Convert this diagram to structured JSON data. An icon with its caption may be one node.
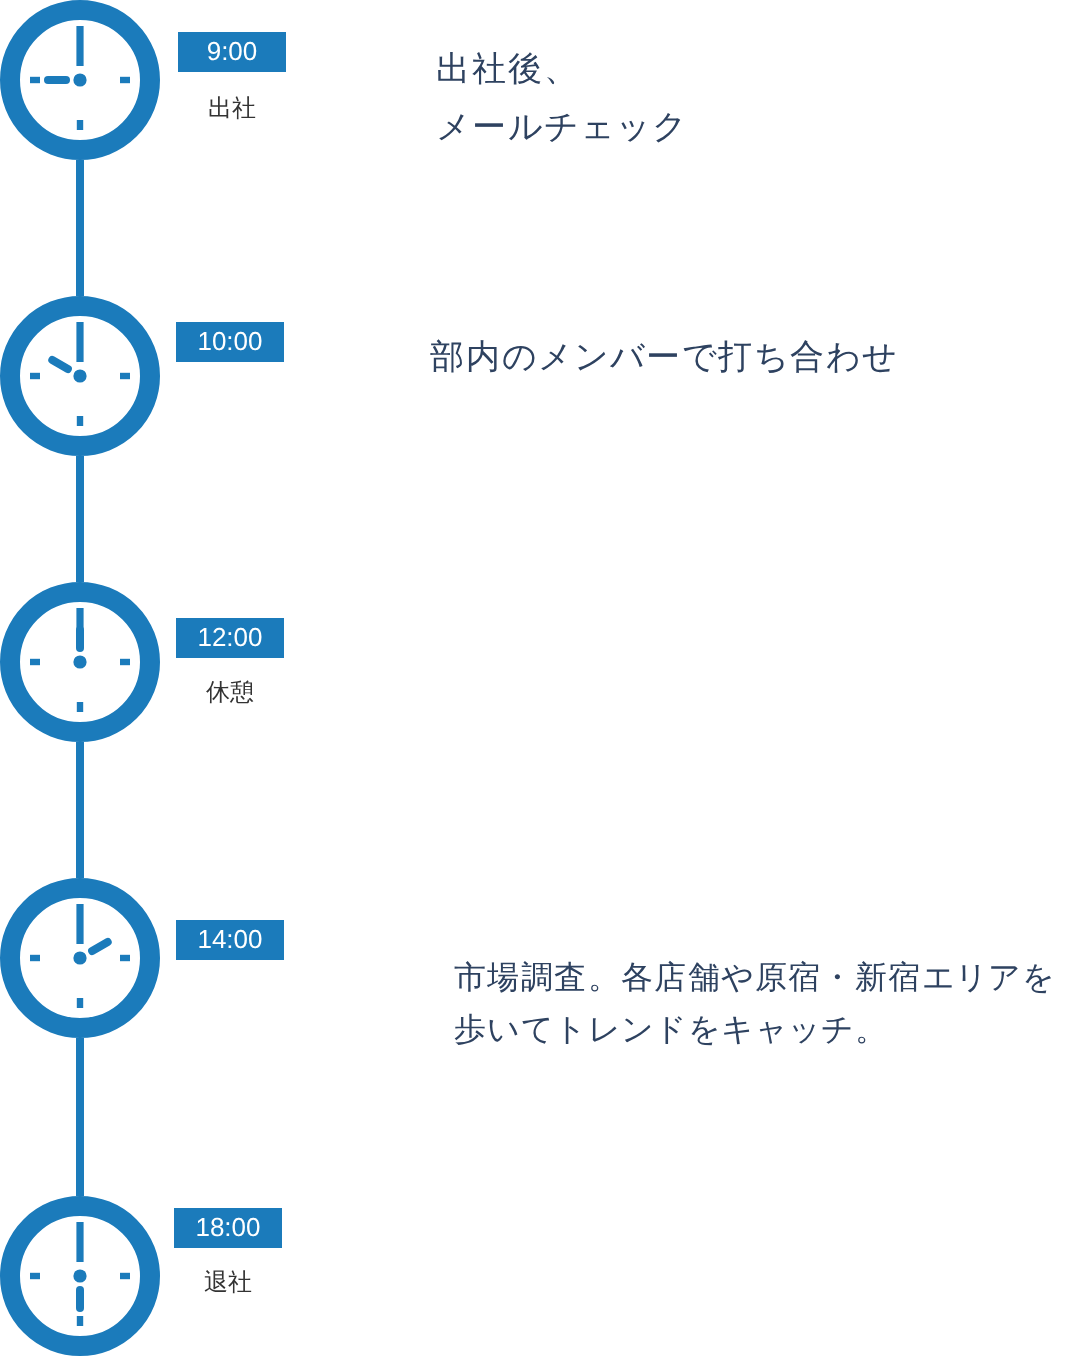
{
  "diagram": {
    "nodes": [
      {
        "text": [],
        "shape": "picture"
      },
      {
        "text": [
          "9:00"
        ],
        "beside": [
          "出社"
        ]
      },
      {
        "text": [],
        "shape": "picture"
      },
      {
        "text": [
          "10:00"
        ]
      },
      {
        "text": [],
        "shape": "picture"
      },
      {
        "text": [
          "12:00"
        ],
        "beside": [
          "休憩"
        ]
      },
      {
        "text": [],
        "shape": "picture"
      },
      {
        "text": [
          "14:00"
        ]
      },
      {
        "text": [],
        "shape": "picture"
      },
      {
        "text": [
          "18:00"
        ],
        "beside": [
          "退社"
        ]
      }
    ],
    "edges": [
      {
        "from": 0,
        "to": 2,
        "arrow": "none"
      },
      {
        "from": 2,
        "to": 4,
        "arrow": "none"
      },
      {
        "from": 4,
        "to": 6,
        "arrow": "none"
      },
      {
        "from": 6,
        "to": 8,
        "arrow": "none"
      }
    ],
    "labels": [
      "出社後、メールチェック",
      "部内のメンバーで打ち合わせ",
      "市場調査。各店舗や原宿・新宿エリアを歩いてトレンドをキャッチ。"
    ]
  }
}
